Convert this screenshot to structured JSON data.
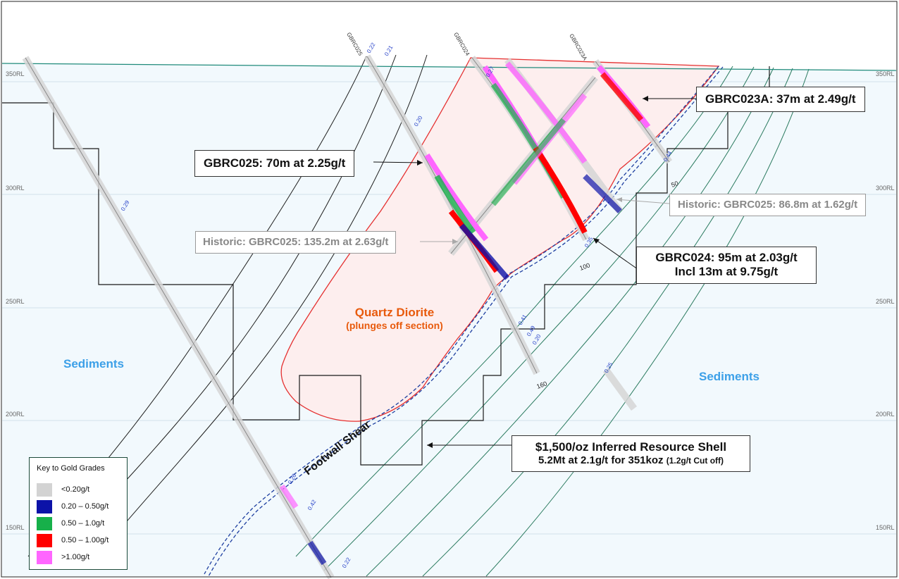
{
  "rl_levels": [
    "350RL",
    "300RL",
    "250RL",
    "200RL",
    "150RL"
  ],
  "drillhole_ids": [
    "GBRC025",
    "GBRC024",
    "GBRC023A"
  ],
  "depth_ticks": [
    "50",
    "100",
    "160"
  ],
  "rock_labels": {
    "left": "Sediments",
    "right": "Sediments"
  },
  "quartz_diorite": {
    "title": "Quartz Diorite",
    "subtitle": "(plunges off section)"
  },
  "footwall_shear": "Footwall Shear",
  "callouts": {
    "gbrc023a": "GBRC023A: 37m at 2.49g/t",
    "gbrc025": "GBRC025: 70m at 2.25g/t",
    "hist_86": "Historic: GBRC025: 86.8m at 1.62g/t",
    "hist_135": "Historic: GBRC025: 135.2m at 2.63g/t",
    "gbrc024_line1": "GBRC024: 95m at 2.03g/t",
    "gbrc024_line2": "Incl 13m at 9.75g/t",
    "shell_line1": "$1,500/oz Inferred Resource Shell",
    "shell_line2": "5.2Mt at 2.1g/t for 351koz",
    "shell_line2_small": "(1.2g/t Cut off)"
  },
  "grade_values": [
    "0.22",
    "0.21",
    "0.20",
    "0.27",
    "0.29",
    "0.25",
    "0.41",
    "0.42",
    "0.49",
    "0.20",
    "0.26",
    "0.22",
    "0.44",
    "0.35"
  ],
  "legend": {
    "title": "Key to Gold Grades",
    "items": [
      {
        "label": "<0.20g/t",
        "color": "#d3d3d3"
      },
      {
        "label": "0.20 – 0.50g/t",
        "color": "#0c12a8"
      },
      {
        "label": "0.50 – 1.0g/t",
        "color": "#17b04a"
      },
      {
        "label": "0.50 – 1.00g/t",
        "color": "#ff0000"
      },
      {
        "label": ">1.00g/t",
        "color": "#ff66ff"
      }
    ]
  },
  "colors": {
    "sky": "#f2f9fd",
    "diorite_fill": "#fdeeee",
    "diorite_edge": "#e53030",
    "shear": "#1e3fa0",
    "contour": "#2a7a5f",
    "topo": "#1f8a7a"
  }
}
